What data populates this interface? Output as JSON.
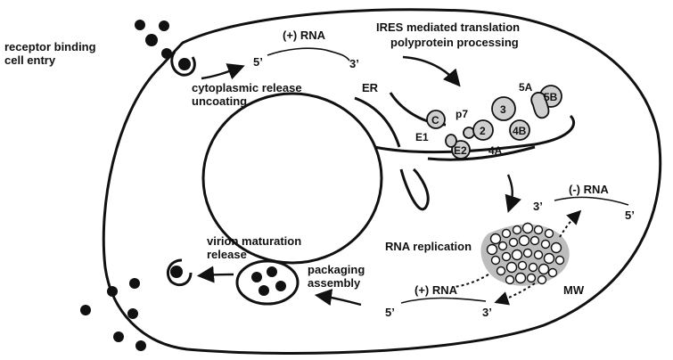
{
  "labels": {
    "receptor_binding": "receptor binding",
    "cell_entry": "cell entry",
    "cytoplasmic_release": "cytoplasmic release",
    "uncoating": "uncoating",
    "plus_rna_top": "(+) RNA",
    "five_prime_top": "5’",
    "three_prime_top": "3’",
    "ires_translation": "IRES mediated translation",
    "polyprotein_processing": "polyprotein processing",
    "er": "ER",
    "protein_c": "C",
    "protein_e1": "E1",
    "protein_e2": "E2",
    "protein_p7": "p7",
    "protein_2": "2",
    "protein_3": "3",
    "protein_4a": "4A",
    "protein_4b": "4B",
    "protein_5a": "5A",
    "protein_5b": "5B",
    "minus_rna": "(-) RNA",
    "three_prime_minus": "3’",
    "five_prime_minus": "5’",
    "rna_replication": "RNA replication",
    "mw": "MW",
    "plus_rna_bottom": "(+) RNA",
    "five_prime_bottom": "5’",
    "three_prime_bottom": "3’",
    "packaging": "packaging",
    "assembly": "assembly",
    "virion_maturation": "virion maturation",
    "release": "release"
  },
  "colors": {
    "outline": "#111111",
    "protein_fill": "#cfcfcf",
    "membranous_web_fill": "#bdbdbd",
    "background": "#ffffff"
  }
}
